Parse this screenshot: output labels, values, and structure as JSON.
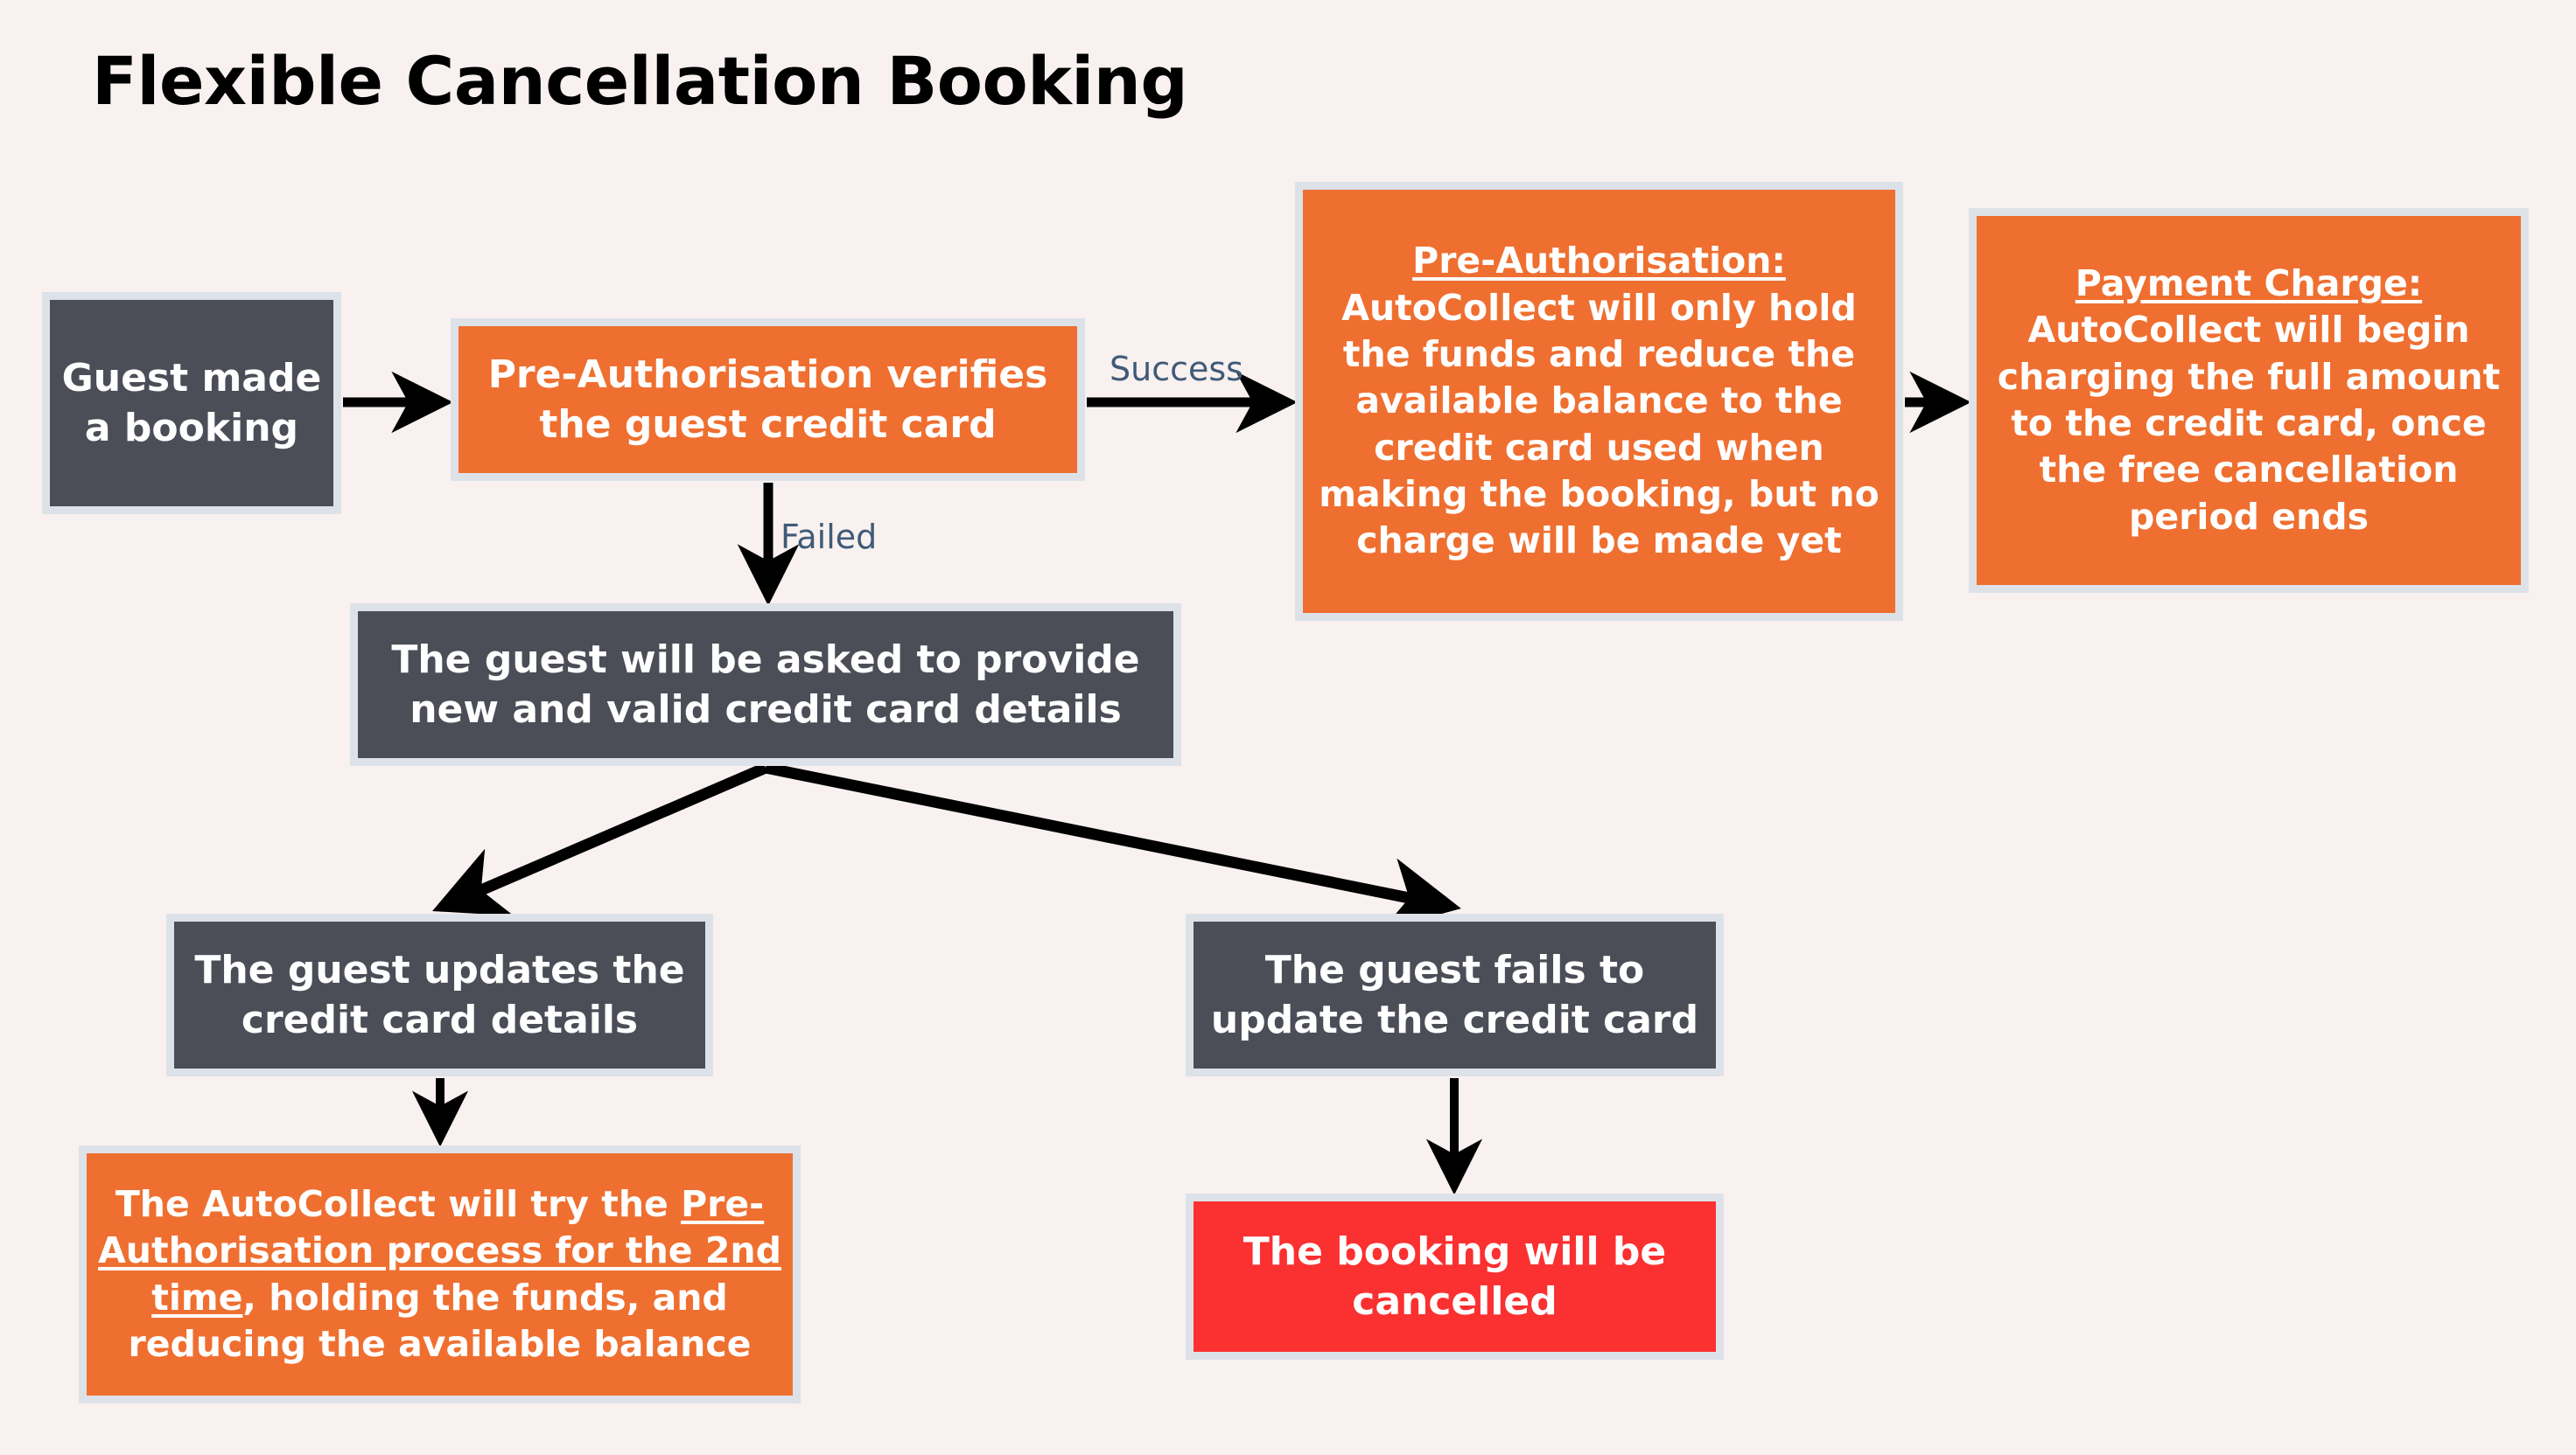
{
  "page": {
    "title": "Flexible Cancellation Booking",
    "background_color": "#f8f1f0"
  },
  "palette": {
    "dark": "#4b4d57",
    "orange": "#ef6f30",
    "red": "#fb3030",
    "node_border": "#dde2e9",
    "edge_label": "#3f5a78",
    "arrow": "#000000",
    "node_text": "#ffffff"
  },
  "chart_data": {
    "type": "diagram",
    "title": "Flexible Cancellation Booking",
    "nodes": [
      {
        "id": "guest-booking",
        "label": "Guest made a booking",
        "color": "dark"
      },
      {
        "id": "preauth-verify",
        "label": "Pre-Authorisation verifies the guest credit card",
        "color": "orange"
      },
      {
        "id": "preauth-info",
        "label": "Pre-Authorisation: AutoCollect will only hold the funds and reduce the available balance to the credit card used when making the booking, but no charge will be made yet",
        "color": "orange",
        "heading": "Pre-Authorisation:"
      },
      {
        "id": "payment-charge",
        "label": "Payment Charge: AutoCollect will begin charging the full amount to the credit card, once the free cancellation period ends",
        "color": "orange",
        "heading": "Payment Charge:"
      },
      {
        "id": "provide-new-card",
        "label": "The guest will be asked to provide new and valid credit card details",
        "color": "dark"
      },
      {
        "id": "guest-updates",
        "label": "The guest updates the credit card details",
        "color": "dark"
      },
      {
        "id": "guest-fails",
        "label": "The guest fails to update the credit card",
        "color": "dark"
      },
      {
        "id": "autocollect-retry",
        "label": "The AutoCollect will try the Pre-Authorisation process for the 2nd time, holding the funds, and reducing the available balance",
        "color": "orange",
        "underlined": "Pre-Authorisation process for the 2nd time"
      },
      {
        "id": "booking-cancelled",
        "label": "The booking will be cancelled",
        "color": "red"
      }
    ],
    "edges": [
      {
        "from": "guest-booking",
        "to": "preauth-verify",
        "label": ""
      },
      {
        "from": "preauth-verify",
        "to": "preauth-info",
        "label": "Success"
      },
      {
        "from": "preauth-info",
        "to": "payment-charge",
        "label": ""
      },
      {
        "from": "preauth-verify",
        "to": "provide-new-card",
        "label": "Failed"
      },
      {
        "from": "provide-new-card",
        "to": "guest-updates",
        "label": ""
      },
      {
        "from": "provide-new-card",
        "to": "guest-fails",
        "label": ""
      },
      {
        "from": "guest-updates",
        "to": "autocollect-retry",
        "label": ""
      },
      {
        "from": "guest-fails",
        "to": "booking-cancelled",
        "label": ""
      }
    ]
  },
  "nodes": {
    "guest_booking": {
      "line1": "Guest made",
      "line2": "a booking"
    },
    "preauth_verify": {
      "line1": "Pre-Authorisation verifies",
      "line2": "the guest credit card"
    },
    "preauth_info": {
      "heading": "Pre-Authorisation:",
      "body": "AutoCollect will only hold the funds and reduce the available balance to the credit card used when making the booking, but no charge will be made yet"
    },
    "payment_charge": {
      "heading": "Payment Charge:",
      "body": "AutoCollect will begin charging the full amount to the credit card, once the free cancellation period ends"
    },
    "provide_new_card": {
      "line1": "The guest will be asked to provide",
      "line2": "new and valid credit card details"
    },
    "guest_updates": {
      "line1": "The guest updates the",
      "line2": "credit card details"
    },
    "guest_fails": {
      "line1": "The guest fails to",
      "line2": "update the credit card"
    },
    "autocollect_retry": {
      "pre": "The AutoCollect will try the ",
      "underlined": "Pre-Authorisation process for the 2nd time",
      "post": ", holding the funds, and reducing the available balance"
    },
    "booking_cancelled": {
      "line1": "The booking will be",
      "line2": "cancelled"
    }
  },
  "edge_labels": {
    "success": "Success",
    "failed": "Failed"
  }
}
